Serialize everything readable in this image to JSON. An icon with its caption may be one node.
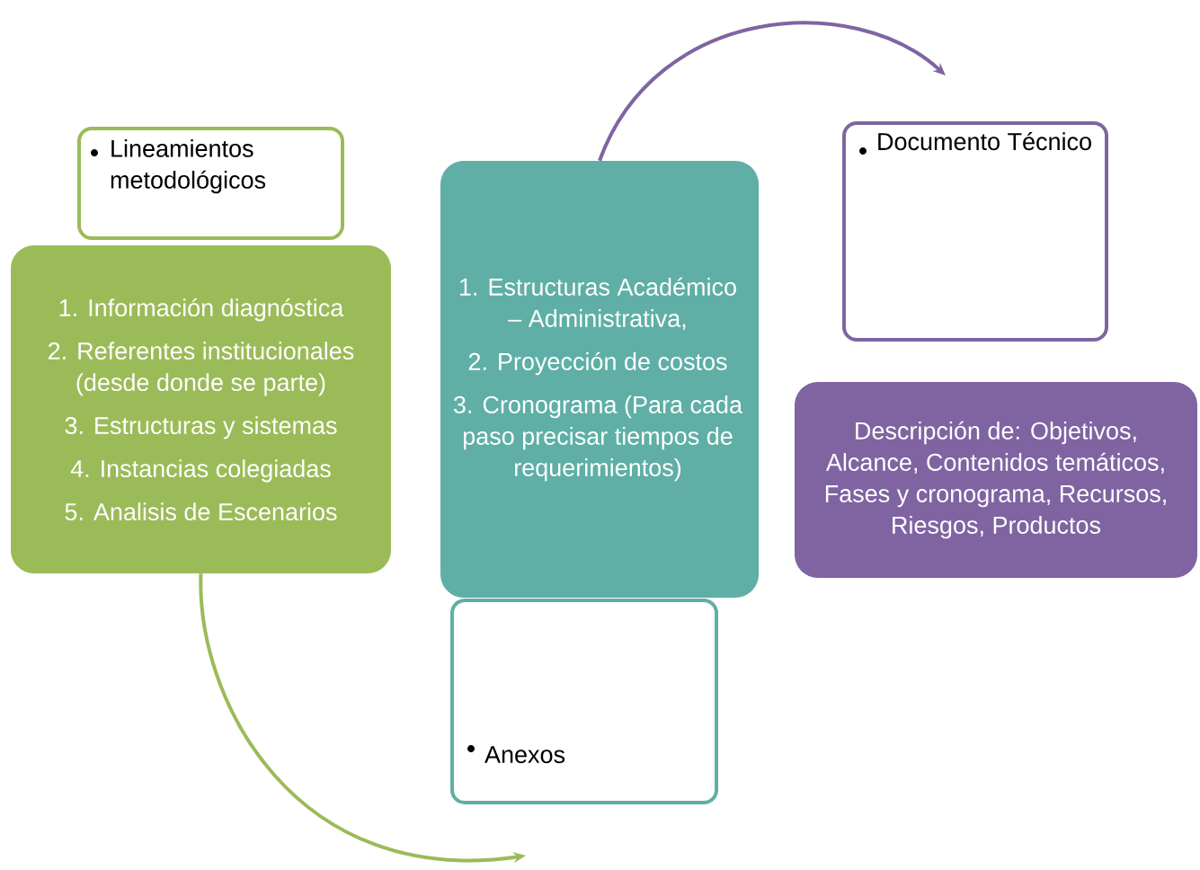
{
  "diagram": {
    "nodes": [
      {
        "text": [
          "Lineamientos metodológicos"
        ]
      },
      {
        "text": [
          "1. Información diagnóstica",
          "2. Referentes institucionales (desde donde se parte)",
          "3. Estructuras y sistemas",
          "4. Instancias colegiadas",
          "5. Analisis de Escenarios"
        ]
      },
      {
        "text": [
          "1. Estructuras Académico – Administrativa,",
          "2. Proyección de costos",
          "3. Cronograma (Para cada paso precisar tiempos de requerimientos)"
        ]
      },
      {
        "text": [
          "Anexos"
        ]
      },
      {
        "text": [
          "Documento Técnico"
        ]
      },
      {
        "text": [
          "Descripción de: Objetivos, Alcance, Contenidos temáticos, Fases y cronograma, Recursos, Riesgos, Productos"
        ]
      }
    ],
    "edges": [
      {
        "from": 1,
        "to": null,
        "arrow": "to",
        "color": "#9bbb59"
      },
      {
        "from": 2,
        "to": null,
        "arrow": "to",
        "color": "#8064a2"
      }
    ]
  }
}
